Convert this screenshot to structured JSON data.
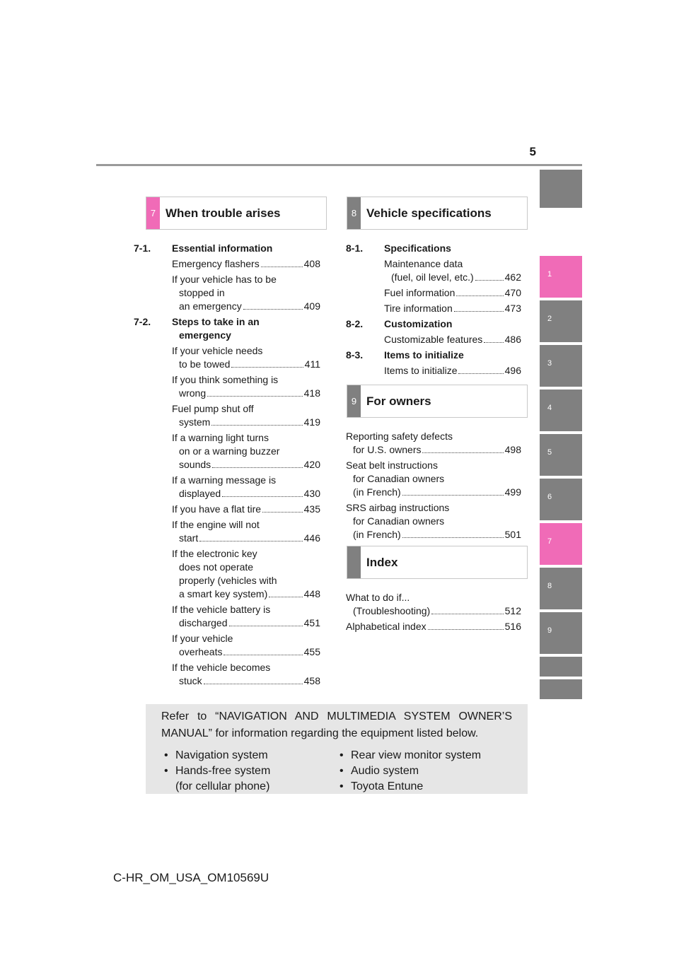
{
  "page_number": "5",
  "side_tabs": [
    {
      "label": "",
      "active": false
    },
    {
      "label": "1",
      "active": true
    },
    {
      "label": "2",
      "active": false
    },
    {
      "label": "3",
      "active": false
    },
    {
      "label": "4",
      "active": false
    },
    {
      "label": "5",
      "active": false
    },
    {
      "label": "6",
      "active": false
    },
    {
      "label": "7",
      "active": true
    },
    {
      "label": "8",
      "active": false
    },
    {
      "label": "9",
      "active": false
    },
    {
      "label": "",
      "active": false
    },
    {
      "label": "",
      "active": false
    }
  ],
  "section7": {
    "number": "7",
    "title": "When trouble arises",
    "groups": [
      {
        "code": "7-1.",
        "title": "Essential information",
        "items": [
          {
            "lines": [
              "Emergency flashers"
            ],
            "page": "408"
          },
          {
            "lines": [
              "If your vehicle has to be",
              "stopped in",
              "an emergency"
            ],
            "page": "409"
          }
        ]
      },
      {
        "code": "7-2.",
        "title": "Steps to take in an",
        "title2": "emergency",
        "items": [
          {
            "lines": [
              "If your vehicle needs",
              "to be towed"
            ],
            "page": "411"
          },
          {
            "lines": [
              "If you think something is",
              "wrong"
            ],
            "page": "418"
          },
          {
            "lines": [
              "Fuel pump shut off",
              "system"
            ],
            "page": "419"
          },
          {
            "lines": [
              "If a warning light turns",
              "on or a warning buzzer",
              "sounds"
            ],
            "page": "420"
          },
          {
            "lines": [
              "If a warning message is",
              "displayed"
            ],
            "page": "430"
          },
          {
            "lines": [
              "If you have a flat tire"
            ],
            "page": "435"
          },
          {
            "lines": [
              "If the engine will not",
              "start"
            ],
            "page": "446"
          },
          {
            "lines": [
              "If the electronic key",
              "does not operate",
              "properly (vehicles with",
              "a smart key system)"
            ],
            "page": "448"
          },
          {
            "lines": [
              "If the vehicle battery is",
              "discharged"
            ],
            "page": "451"
          },
          {
            "lines": [
              "If your vehicle",
              "overheats"
            ],
            "page": "455"
          },
          {
            "lines": [
              "If the vehicle becomes",
              "stuck"
            ],
            "page": "458"
          }
        ]
      }
    ]
  },
  "section8": {
    "number": "8",
    "title": "Vehicle specifications",
    "groups": [
      {
        "code": "8-1.",
        "title": "Specifications",
        "items": [
          {
            "lines": [
              "Maintenance data",
              "(fuel, oil level, etc.)"
            ],
            "page": "462"
          },
          {
            "lines": [
              "Fuel information"
            ],
            "page": "470"
          },
          {
            "lines": [
              "Tire information"
            ],
            "page": "473"
          }
        ]
      },
      {
        "code": "8-2.",
        "title": "Customization",
        "items": [
          {
            "lines": [
              "Customizable features"
            ],
            "page": "486"
          }
        ]
      },
      {
        "code": "8-3.",
        "title": "Items to initialize",
        "items": [
          {
            "lines": [
              "Items to initialize"
            ],
            "page": "496"
          }
        ]
      }
    ]
  },
  "section9": {
    "number": "9",
    "title": "For owners",
    "items": [
      {
        "lines": [
          "Reporting safety defects",
          "for U.S. owners"
        ],
        "page": "498"
      },
      {
        "lines": [
          "Seat belt instructions",
          "for Canadian owners",
          "(in French)"
        ],
        "page": "499"
      },
      {
        "lines": [
          "SRS airbag instructions",
          "for Canadian owners",
          "(in French)"
        ],
        "page": "501"
      }
    ]
  },
  "index_section": {
    "title": "Index",
    "items": [
      {
        "lines": [
          "What to do if...",
          "(Troubleshooting)"
        ],
        "page": "512"
      },
      {
        "lines": [
          "Alphabetical index"
        ],
        "page": "516"
      }
    ]
  },
  "note": {
    "text": "Refer to “NAVIGATION AND MULTIMEDIA SYSTEM OWNER’S MANUAL” for information regarding the equipment listed below.",
    "left_bullets": [
      {
        "text": "Navigation system"
      },
      {
        "text": "Hands-free system",
        "sub": "(for cellular phone)"
      }
    ],
    "right_bullets": [
      {
        "text": "Rear view monitor system"
      },
      {
        "text": "Audio system"
      },
      {
        "text": "Toyota Entune"
      }
    ],
    "bullet_char": "•"
  },
  "footer": "C-HR_OM_USA_OM10569U",
  "colors": {
    "accent": "#f06bb7",
    "tab_gray": "#808080",
    "note_bg": "#e6e6e6"
  }
}
